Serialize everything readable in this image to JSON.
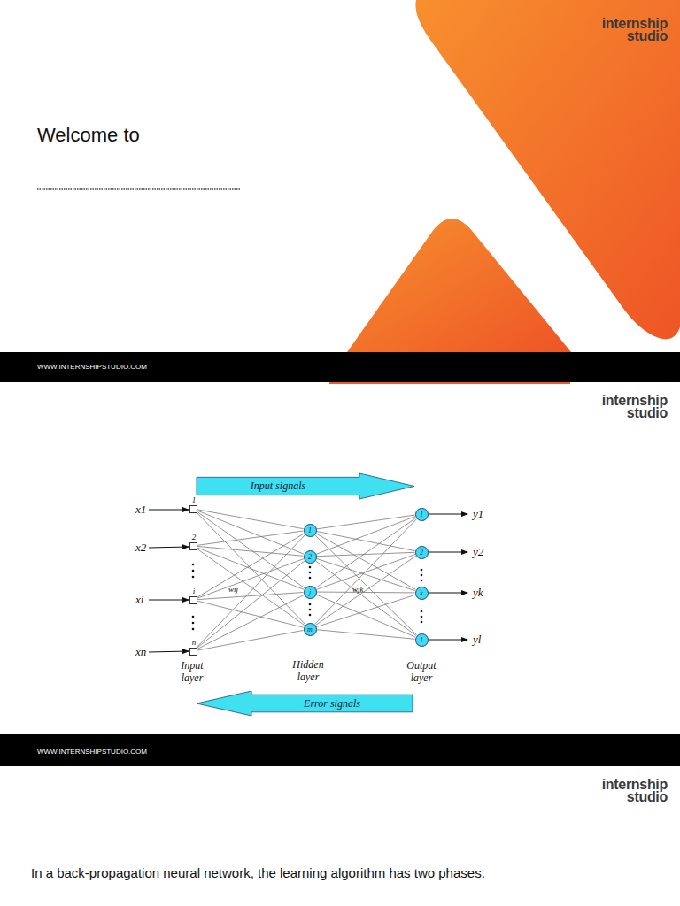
{
  "diagram": {
    "nodes": [
      {
        "text": [
          "Input signals"
        ]
      },
      {
        "text": [
          "1"
        ]
      },
      {
        "text": [
          "2"
        ]
      },
      {
        "text": [
          "i"
        ]
      },
      {
        "text": [
          "n"
        ]
      },
      {
        "text": [
          "1"
        ]
      },
      {
        "text": [
          "2"
        ]
      },
      {
        "text": [
          "j"
        ]
      },
      {
        "text": [
          "m"
        ]
      },
      {
        "text": [
          "1"
        ]
      },
      {
        "text": [
          "2"
        ]
      },
      {
        "text": [
          "k"
        ]
      },
      {
        "text": [
          "l"
        ]
      },
      {
        "text": [
          "Error signals"
        ]
      }
    ],
    "edges": [
      {
        "from": 1,
        "to": 5,
        "arrow": "none"
      },
      {
        "from": 1,
        "to": 6,
        "arrow": "none"
      },
      {
        "from": 1,
        "to": 7,
        "arrow": "none"
      },
      {
        "from": 1,
        "to": 8,
        "arrow": "none"
      },
      {
        "from": 2,
        "to": 5,
        "arrow": "none"
      },
      {
        "from": 2,
        "to": 6,
        "arrow": "none"
      },
      {
        "from": 2,
        "to": 7,
        "arrow": "none"
      },
      {
        "from": 2,
        "to": 8,
        "arrow": "none"
      },
      {
        "from": 3,
        "to": 5,
        "arrow": "none"
      },
      {
        "from": 3,
        "to": 6,
        "arrow": "none"
      },
      {
        "from": 3,
        "to": 7,
        "arrow": "none"
      },
      {
        "from": 3,
        "to": 8,
        "arrow": "none"
      },
      {
        "from": 4,
        "to": 5,
        "arrow": "none"
      },
      {
        "from": 4,
        "to": 6,
        "arrow": "none"
      },
      {
        "from": 4,
        "to": 7,
        "arrow": "none"
      },
      {
        "from": 4,
        "to": 8,
        "arrow": "none"
      },
      {
        "from": 5,
        "to": 9,
        "arrow": "none"
      },
      {
        "from": 5,
        "to": 10,
        "arrow": "none"
      },
      {
        "from": 5,
        "to": 11,
        "arrow": "none"
      },
      {
        "from": 5,
        "to": 12,
        "arrow": "none"
      },
      {
        "from": 6,
        "to": 9,
        "arrow": "none"
      },
      {
        "from": 6,
        "to": 10,
        "arrow": "none"
      },
      {
        "from": 6,
        "to": 11,
        "arrow": "none"
      },
      {
        "from": 6,
        "to": 12,
        "arrow": "none"
      },
      {
        "from": 7,
        "to": 9,
        "arrow": "none"
      },
      {
        "from": 7,
        "to": 10,
        "arrow": "none"
      },
      {
        "from": 7,
        "to": 11,
        "arrow": "none"
      },
      {
        "from": 7,
        "to": 12,
        "arrow": "none"
      },
      {
        "from": 8,
        "to": 9,
        "arrow": "none"
      },
      {
        "from": 8,
        "to": 10,
        "arrow": "none"
      },
      {
        "from": 8,
        "to": 11,
        "arrow": "none"
      },
      {
        "from": 8,
        "to": 12,
        "arrow": "none"
      }
    ],
    "labels": [
      "internship studio",
      "Welcome to",
      "WWW.INTERNSHIPSTUDIO.COM",
      "internship studio",
      "x1",
      "x2",
      "xi",
      "xn",
      "wij",
      "wjk",
      "y1",
      "y2",
      "yk",
      "yl",
      "Input layer",
      "Hidden layer",
      "Output layer",
      "WWW.INTERNSHIPSTUDIO.COM",
      "internship studio",
      "In a back-propagation neural network, the learning algorithm has two phases."
    ]
  }
}
